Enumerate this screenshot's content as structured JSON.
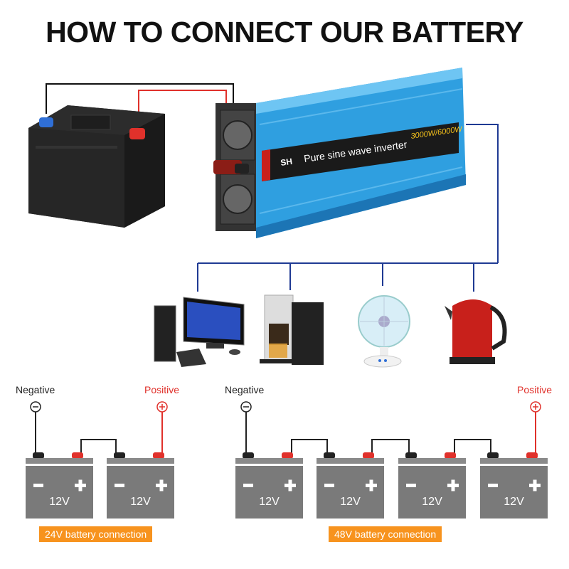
{
  "title": "HOW TO CONNECT OUR BATTERY",
  "inverter": {
    "brand": "SH",
    "product_text": "Pure sine wave inverter",
    "power_text": "3000W/6000W"
  },
  "appliances": [
    "computer",
    "coffee-machine",
    "fan",
    "kettle"
  ],
  "battery": {
    "voltage_label": "12V",
    "minus": "-",
    "plus": "+"
  },
  "config_24v": {
    "negative_label": "Negative",
    "positive_label": "Positive",
    "caption": "24V battery connection",
    "batteries": [
      "12V",
      "12V"
    ]
  },
  "config_48v": {
    "negative_label": "Negative",
    "positive_label": "Positive",
    "caption": "48V battery connection",
    "batteries": [
      "12V",
      "12V",
      "12V",
      "12V"
    ]
  },
  "colors": {
    "negative_wire": "#111111",
    "positive_wire": "#e0312b",
    "ac_wire": "#1f3a93",
    "inverter_body": "#2f9fe0",
    "battery_grey": "#7a7a7a",
    "caption_bg": "#f7931e"
  }
}
